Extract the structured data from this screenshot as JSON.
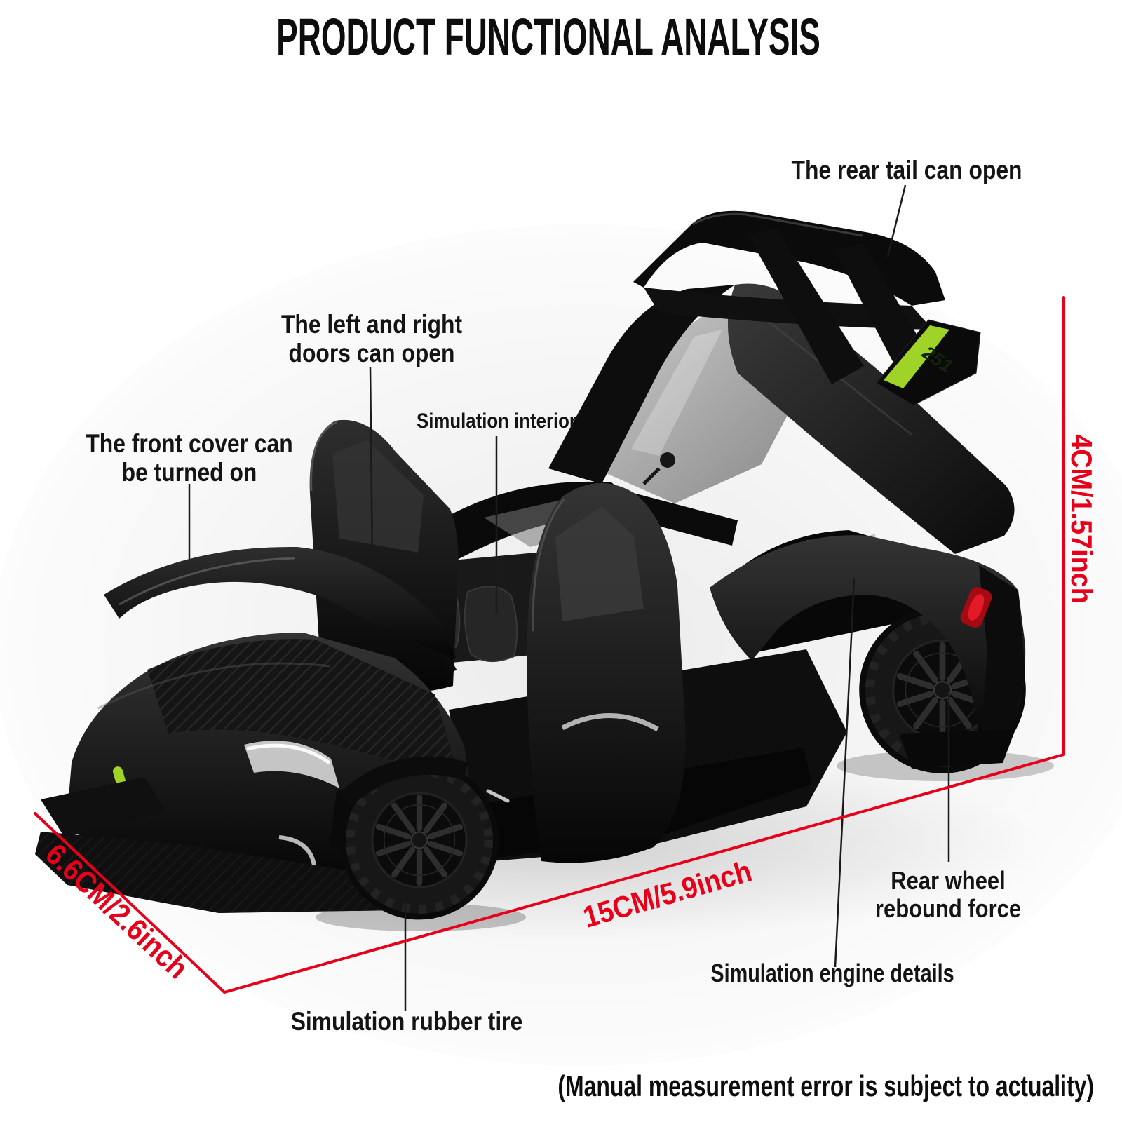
{
  "title": "PRODUCT FUNCTIONAL ANALYSIS",
  "callouts": {
    "rear_tail": "The rear tail can open",
    "doors_line1": "The left and right",
    "doors_line2": "doors can open",
    "interior": "Simulation interior",
    "front_cover_line1": "The front cover can",
    "front_cover_line2": "be turned on",
    "rear_wheel_line1": "Rear wheel",
    "rear_wheel_line2": "rebound force",
    "engine": "Simulation engine details",
    "tire": "Simulation rubber tire"
  },
  "dimensions": {
    "height": "4CM/1.57inch",
    "length": "15CM/5.9inch",
    "width": "6.6CM/2.6inch"
  },
  "note": "(Manual measurement error is subject to actuality)",
  "car": {
    "decal": "251"
  },
  "colors": {
    "dimension_red": "#e60019",
    "accent_green": "#9fd327",
    "label_text": "#141414"
  }
}
